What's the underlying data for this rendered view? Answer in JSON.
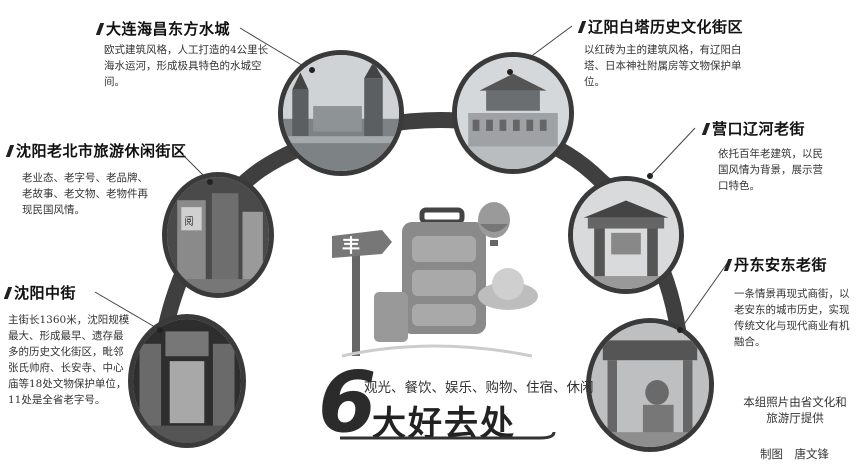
{
  "spots": [
    {
      "title": "大连海昌东方水城",
      "desc": "欧式建筑风格，人工打造的4公里长海水运河，形成极具特色的水城空间。"
    },
    {
      "title": "辽阳白塔历史文化街区",
      "desc": "以红砖为主的建筑风格，有辽阳白塔、日本神社附属房等文物保护单位。"
    },
    {
      "title": "沈阳老北市旅游休闲街区",
      "desc": "老业态、老字号、老品牌、老故事、老文物、老物件再现民国风情。"
    },
    {
      "title": "营口辽河老街",
      "desc": "依托百年老建筑，以民国风情为背景，展示营口特色。"
    },
    {
      "title": "沈阳中街",
      "desc": "主街长1360米，沈阳规模最大、形成最早、遗存最多的历史文化街区，毗邻张氏帅府、长安寺、中心庙等18处文物保护单位，11处是全省老字号。"
    },
    {
      "title": "丹东安东老街",
      "desc": "一条情景再现式商街，以老安东的城市历史，实现传统文化与现代商业有机融合。"
    }
  ],
  "center": {
    "number": "6",
    "categories": "观光、餐饮、娱乐、购物、住宿、休闲",
    "slogan": "大好去处"
  },
  "credit": "本组照片由省文化和旅游厅提供",
  "maker": "制图　唐文锋"
}
